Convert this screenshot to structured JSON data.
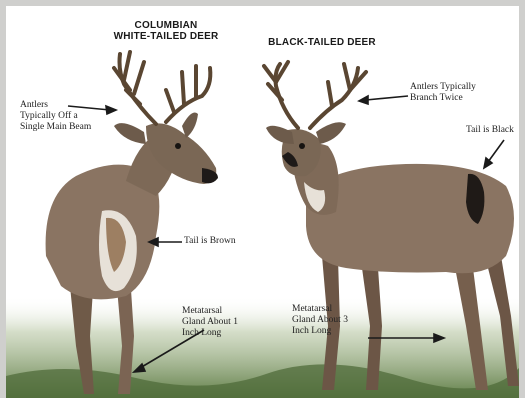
{
  "headings": {
    "left_line1": "COLUMBIAN",
    "left_line2": "WHITE-TAILED DEER",
    "right": "BLACK-TAILED DEER"
  },
  "annotations": {
    "antlers_left": [
      "Antlers",
      "Typically Off a",
      "Single Main Beam"
    ],
    "tail_left": "Tail is Brown",
    "gland_left": [
      "Metatarsal",
      "Gland About 1",
      "Inch Long"
    ],
    "antlers_right": [
      "Antlers Typically",
      "Branch Twice"
    ],
    "tail_right": "Tail is Black",
    "gland_right": [
      "Metatarsal",
      "Gland About 3",
      "Inch Long"
    ]
  },
  "colors": {
    "frame": "#cfcfcd",
    "background": "#ffffff",
    "grass": "#6b8a52",
    "deer_coat": "#8a7462",
    "antler": "#5a4632",
    "black_tail": "#1f1a17"
  }
}
